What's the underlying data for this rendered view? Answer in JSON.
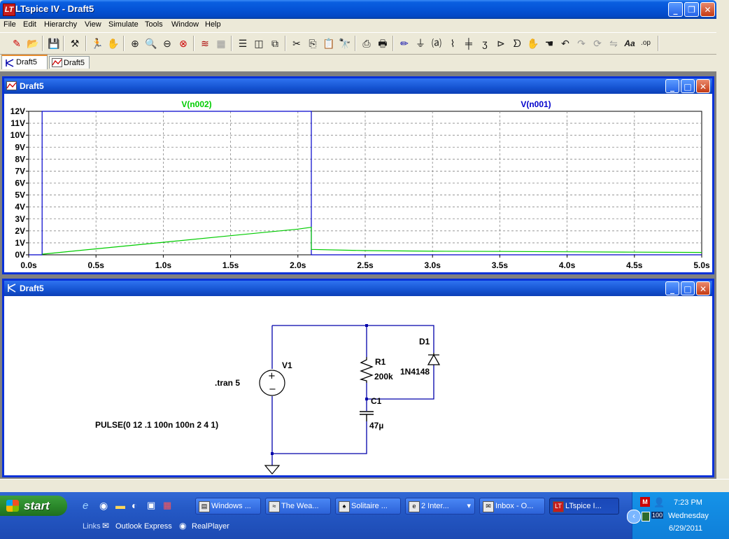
{
  "window": {
    "title": "LTspice IV - Draft5"
  },
  "menu": [
    "File",
    "Edit",
    "Hierarchy",
    "View",
    "Simulate",
    "Tools",
    "Window",
    "Help"
  ],
  "doc_tabs": [
    {
      "label": "Draft5",
      "kind": "schematic"
    },
    {
      "label": "Draft5",
      "kind": "waveform"
    }
  ],
  "waveform_window": {
    "title": "Draft5",
    "traces": [
      {
        "name": "V(n002)",
        "color": "#00cc00"
      },
      {
        "name": "V(n001)",
        "color": "#0000cc"
      }
    ],
    "y_ticks": [
      "12V",
      "11V",
      "10V",
      "9V",
      "8V",
      "7V",
      "6V",
      "5V",
      "4V",
      "3V",
      "2V",
      "1V",
      "0V"
    ],
    "x_ticks": [
      "0.0s",
      "0.5s",
      "1.0s",
      "1.5s",
      "2.0s",
      "2.5s",
      "3.0s",
      "3.5s",
      "4.0s",
      "4.5s",
      "5.0s"
    ]
  },
  "chart_data": {
    "type": "line",
    "title": "",
    "xlabel": "",
    "ylabel": "",
    "xlim": [
      0,
      5
    ],
    "ylim": [
      0,
      12
    ],
    "grid": true,
    "legend_placement": "top",
    "series": [
      {
        "name": "V(n002)",
        "color": "#00cc00",
        "x": [
          0.1,
          0.5,
          1.0,
          1.5,
          2.0,
          2.1,
          2.1,
          2.5,
          3.0,
          3.5,
          4.0,
          4.5,
          5.0
        ],
        "y": [
          0.05,
          0.5,
          1.05,
          1.6,
          2.15,
          2.3,
          0.45,
          0.35,
          0.3,
          0.28,
          0.25,
          0.22,
          0.2
        ]
      },
      {
        "name": "V(n001)",
        "color": "#0000cc",
        "x": [
          0.0,
          0.1,
          0.1,
          2.1,
          2.1,
          5.0
        ],
        "y": [
          0,
          0,
          12,
          12,
          0,
          0
        ]
      }
    ]
  },
  "schematic_window": {
    "title": "Draft5",
    "components": {
      "v1_name": "V1",
      "r1_name": "R1",
      "r1_value": "200k",
      "c1_name": "C1",
      "c1_value": "47µ",
      "d1_name": "D1",
      "d1_value": "1N4148"
    },
    "directive": ".tran 5",
    "source_value": "PULSE(0 12 .1 100n 100n 2 4 1)"
  },
  "taskbar": {
    "start_label": "start",
    "tasks": [
      {
        "label": "Windows ...",
        "active": false
      },
      {
        "label": "The Wea...",
        "active": false
      },
      {
        "label": "Solitaire ...",
        "active": false
      },
      {
        "label": "2 Inter...",
        "active": false
      },
      {
        "label": "Inbox - O...",
        "active": false
      },
      {
        "label": "LTspice I...",
        "active": true
      }
    ],
    "quicklinks": [
      "Links",
      "Outlook Express",
      "RealPlayer"
    ],
    "clock": {
      "time": "7:23 PM",
      "day": "Wednesday",
      "date": "6/29/2011"
    },
    "tray_badge": "100"
  },
  "colors": {
    "title_blue": "#0553d6",
    "green_trace": "#00cc00",
    "blue_trace": "#0000cc",
    "wire": "#0000aa"
  }
}
